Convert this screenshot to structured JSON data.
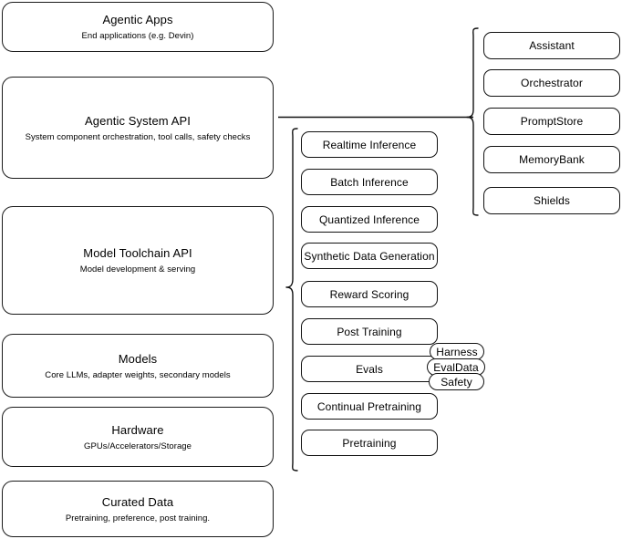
{
  "diagram": {
    "title": "Agentic stack layered architecture diagram",
    "colors": {
      "stroke": "#111111",
      "background": "#ffffff",
      "text": "#000000"
    }
  },
  "stack": {
    "layers": [
      {
        "title": "Agentic Apps",
        "subtitle": "End applications (e.g. Devin)"
      },
      {
        "title": "Agentic System API",
        "subtitle": "System component orchestration, tool calls, safety checks"
      },
      {
        "title": "Model Toolchain API",
        "subtitle": "Model development & serving"
      },
      {
        "title": "Models",
        "subtitle": "Core LLMs, adapter weights, secondary models"
      },
      {
        "title": "Hardware",
        "subtitle": "GPUs/Accelerators/Storage"
      },
      {
        "title": "Curated Data",
        "subtitle": "Pretraining, preference, post training."
      }
    ]
  },
  "agentic_components": {
    "items": [
      {
        "label": "Assistant"
      },
      {
        "label": "Orchestrator"
      },
      {
        "label": "PromptStore"
      },
      {
        "label": "MemoryBank"
      },
      {
        "label": "Shields"
      }
    ]
  },
  "toolchain_components": {
    "items": [
      {
        "label": "Realtime Inference"
      },
      {
        "label": "Batch Inference"
      },
      {
        "label": "Quantized Inference"
      },
      {
        "label": "Synthetic Data Generation"
      },
      {
        "label": "Reward Scoring"
      },
      {
        "label": "Post Training"
      },
      {
        "label": "Evals"
      },
      {
        "label": "Continual Pretraining"
      },
      {
        "label": "Pretraining"
      }
    ]
  },
  "evals_tags": {
    "items": [
      {
        "label": "Harness"
      },
      {
        "label": "EvalData"
      },
      {
        "label": "Safety"
      }
    ]
  }
}
